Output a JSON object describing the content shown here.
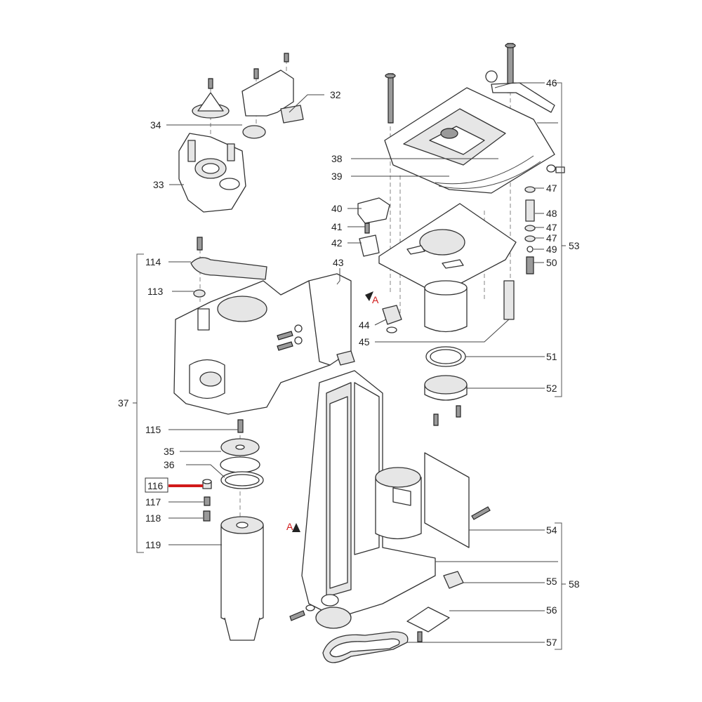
{
  "highlight": {
    "color": "#d11a1a"
  },
  "section_marker": {
    "text": "A",
    "color": "#d11a1a"
  },
  "labels": {
    "p32": "32",
    "p33": "33",
    "p34": "34",
    "p35": "35",
    "p36": "36",
    "p37": "37",
    "p38": "38",
    "p39": "39",
    "p40": "40",
    "p41": "41",
    "p42": "42",
    "p43": "43",
    "p44": "44",
    "p45": "45",
    "p46": "46",
    "p47a": "47",
    "p47b": "47",
    "p47c": "47",
    "p48": "48",
    "p49": "49",
    "p50": "50",
    "p51": "51",
    "p52": "52",
    "p53": "53",
    "p54": "54",
    "p55": "55",
    "p56": "56",
    "p57": "57",
    "p58": "58",
    "p113": "113",
    "p114": "114",
    "p115": "115",
    "p116": "116",
    "p117": "117",
    "p118": "118",
    "p119": "119"
  }
}
